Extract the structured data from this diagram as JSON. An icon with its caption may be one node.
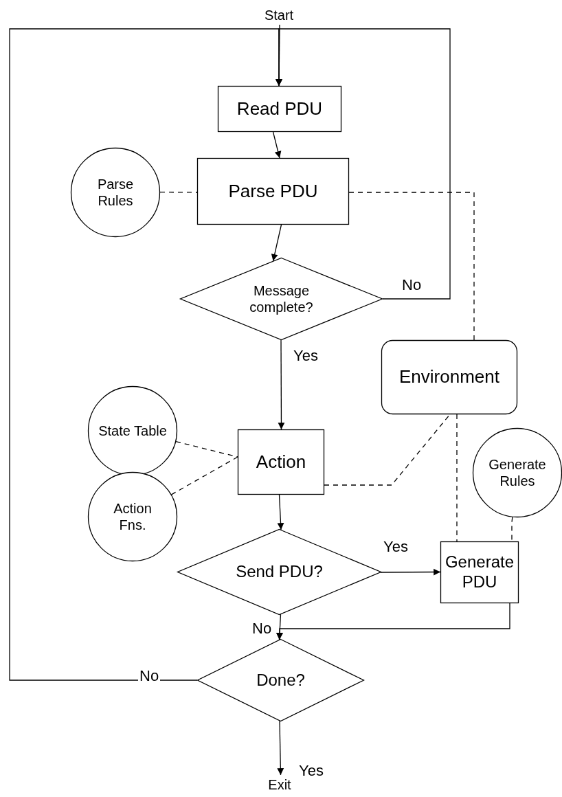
{
  "diagram": {
    "nodes": [
      {
        "text": [
          "Start"
        ]
      },
      {
        "text": [
          "Read PDU"
        ]
      },
      {
        "text": [
          "Parse PDU"
        ]
      },
      {
        "text": [
          "Parse Rules"
        ]
      },
      {
        "text": [
          "Message complete?"
        ]
      },
      {
        "text": [
          "Environment"
        ]
      },
      {
        "text": [
          "State Table"
        ]
      },
      {
        "text": [
          "Action"
        ]
      },
      {
        "text": [
          "Action Fns."
        ]
      },
      {
        "text": [
          "Send PDU?"
        ]
      },
      {
        "text": [
          "Generate PDU"
        ]
      },
      {
        "text": [
          "Generate Rules"
        ]
      },
      {
        "text": [
          "Done?"
        ]
      },
      {
        "text": [
          "Exit"
        ]
      }
    ],
    "edges": [
      {
        "from": 0,
        "to": 1,
        "arrow": "to"
      },
      {
        "from": 1,
        "to": 2,
        "arrow": "to"
      },
      {
        "from": 2,
        "to": 4,
        "arrow": "to"
      },
      {
        "from": 4,
        "to": 1,
        "arrow": "to",
        "label": "No"
      },
      {
        "from": 4,
        "to": 7,
        "arrow": "to",
        "label": "Yes"
      },
      {
        "from": 3,
        "to": 2,
        "arrow": "none",
        "style": "dashed"
      },
      {
        "from": 2,
        "to": 5,
        "arrow": "none",
        "style": "dashed"
      },
      {
        "from": 6,
        "to": 7,
        "arrow": "none",
        "style": "dashed"
      },
      {
        "from": 8,
        "to": 7,
        "arrow": "none",
        "style": "dashed"
      },
      {
        "from": 7,
        "to": 5,
        "arrow": "none",
        "style": "dashed"
      },
      {
        "from": 5,
        "to": 10,
        "arrow": "none",
        "style": "dashed"
      },
      {
        "from": 11,
        "to": 10,
        "arrow": "none",
        "style": "dashed"
      },
      {
        "from": 7,
        "to": 9,
        "arrow": "to"
      },
      {
        "from": 9,
        "to": 10,
        "arrow": "to",
        "label": "Yes"
      },
      {
        "from": 9,
        "to": 12,
        "arrow": "to",
        "label": "No"
      },
      {
        "from": 10,
        "to": 12,
        "arrow": "to"
      },
      {
        "from": 12,
        "to": 1,
        "arrow": "to",
        "label": "No"
      },
      {
        "from": 12,
        "to": 13,
        "arrow": "to",
        "label": "Yes"
      }
    ]
  }
}
